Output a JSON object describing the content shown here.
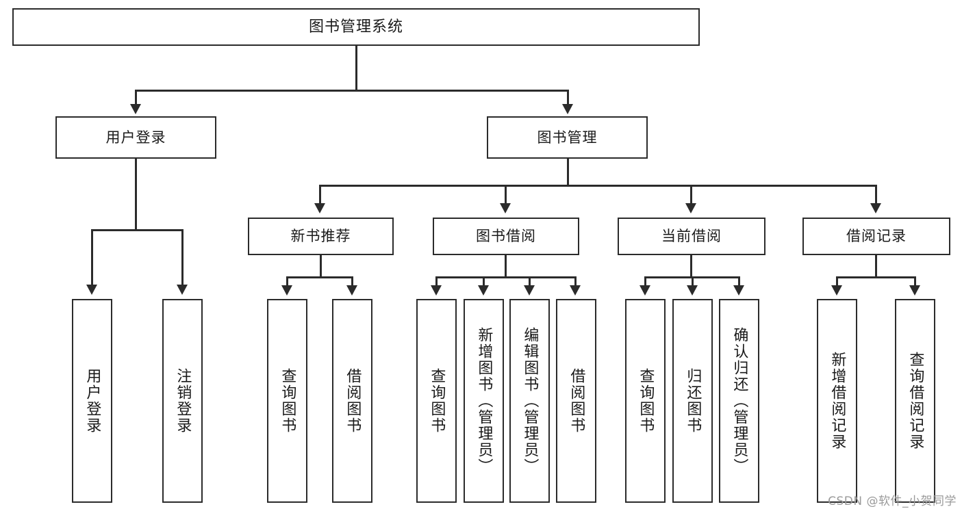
{
  "diagram": {
    "type": "tree",
    "title": "图书管理系统",
    "watermark": "CSDN @软件_小贺同学",
    "colors": {
      "stroke": "#2b2b2b",
      "fill": "#ffffff",
      "text": "#1a1a1a",
      "watermark": "#9a9a9a"
    },
    "nodes": {
      "root": {
        "label": "图书管理系统"
      },
      "level2": [
        {
          "label": "用户登录"
        },
        {
          "label": "图书管理"
        }
      ],
      "level3": [
        {
          "label": "新书推荐"
        },
        {
          "label": "图书借阅"
        },
        {
          "label": "当前借阅"
        },
        {
          "label": "借阅记录"
        }
      ],
      "leaves": {
        "user_login": [
          {
            "label": "用户登录"
          },
          {
            "label": "注销登录"
          }
        ],
        "new_book": [
          {
            "label": "查询图书"
          },
          {
            "label": "借阅图书"
          }
        ],
        "book_borrow": [
          {
            "label": "查询图书"
          },
          {
            "label": "新增图书（管理员）"
          },
          {
            "label": "编辑图书（管理员）"
          },
          {
            "label": "借阅图书"
          }
        ],
        "current_borrow": [
          {
            "label": "查询图书"
          },
          {
            "label": "归还图书"
          },
          {
            "label": "确认归还（管理员）"
          }
        ],
        "borrow_record": [
          {
            "label": "新增借阅记录"
          },
          {
            "label": "查询借阅记录"
          }
        ]
      }
    }
  }
}
